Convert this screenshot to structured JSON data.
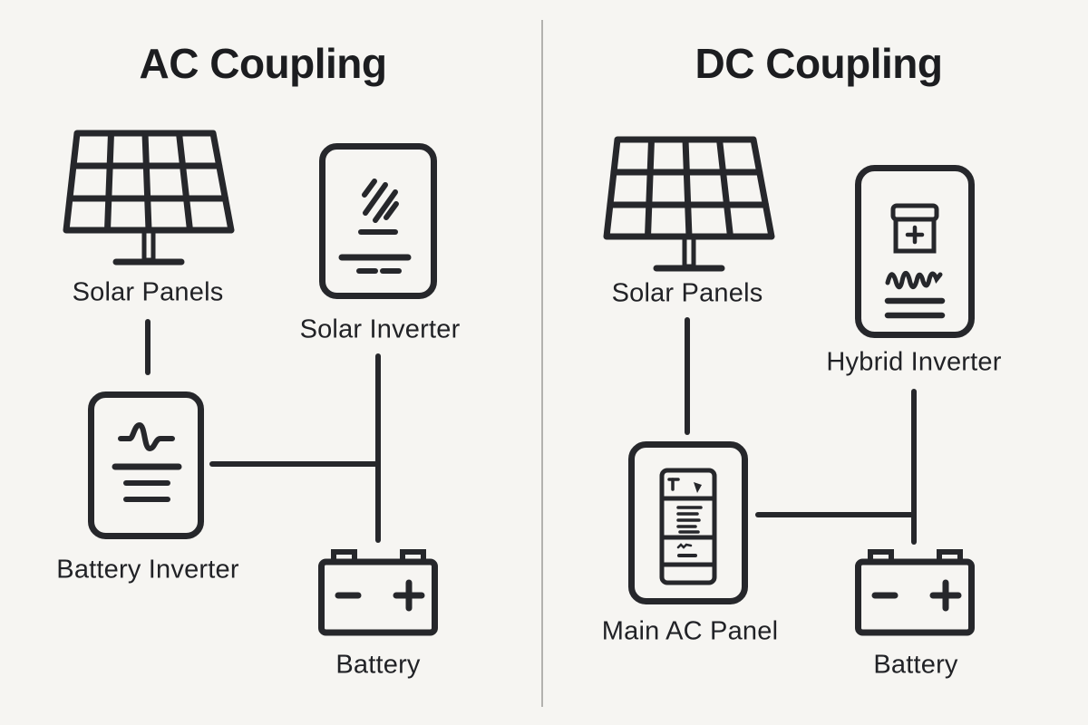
{
  "canvas": {
    "background_color": "#f6f5f2",
    "stroke_color": "#26272b",
    "divider_color": "#b3b2af",
    "text_color": "#212226"
  },
  "panels": [
    {
      "id": "ac-coupling",
      "title": "AC Coupling",
      "nodes": {
        "solar_panels": {
          "label": "Solar Panels",
          "icon": "solar-panel-icon"
        },
        "solar_inverter": {
          "label": "Solar Inverter",
          "icon": "solar-inverter-icon"
        },
        "battery_inverter": {
          "label": "Battery Inverter",
          "icon": "battery-inverter-icon"
        },
        "battery": {
          "label": "Battery",
          "icon": "battery-icon"
        }
      },
      "connections": [
        {
          "from": "solar_panels",
          "to": "battery_inverter",
          "shape": "vertical-line"
        },
        {
          "from": "solar_inverter",
          "to": "battery",
          "shape": "vertical-line"
        },
        {
          "from": "battery_inverter",
          "to": "solar_inverter-battery-line",
          "shape": "horizontal-line-tee"
        }
      ]
    },
    {
      "id": "dc-coupling",
      "title": "DC Coupling",
      "nodes": {
        "solar_panels": {
          "label": "Solar Panels",
          "icon": "solar-panel-icon"
        },
        "hybrid_inverter": {
          "label": "Hybrid Inverter",
          "icon": "hybrid-inverter-icon"
        },
        "main_ac_panel": {
          "label": "Main AC Panel",
          "icon": "main-ac-panel-icon"
        },
        "battery": {
          "label": "Battery",
          "icon": "battery-icon"
        }
      },
      "connections": [
        {
          "from": "solar_panels",
          "to": "main_ac_panel",
          "shape": "vertical-line"
        },
        {
          "from": "hybrid_inverter",
          "to": "battery",
          "shape": "vertical-line"
        },
        {
          "from": "main_ac_panel",
          "to": "hybrid_inverter-battery-line",
          "shape": "horizontal-line-tee"
        }
      ]
    }
  ]
}
